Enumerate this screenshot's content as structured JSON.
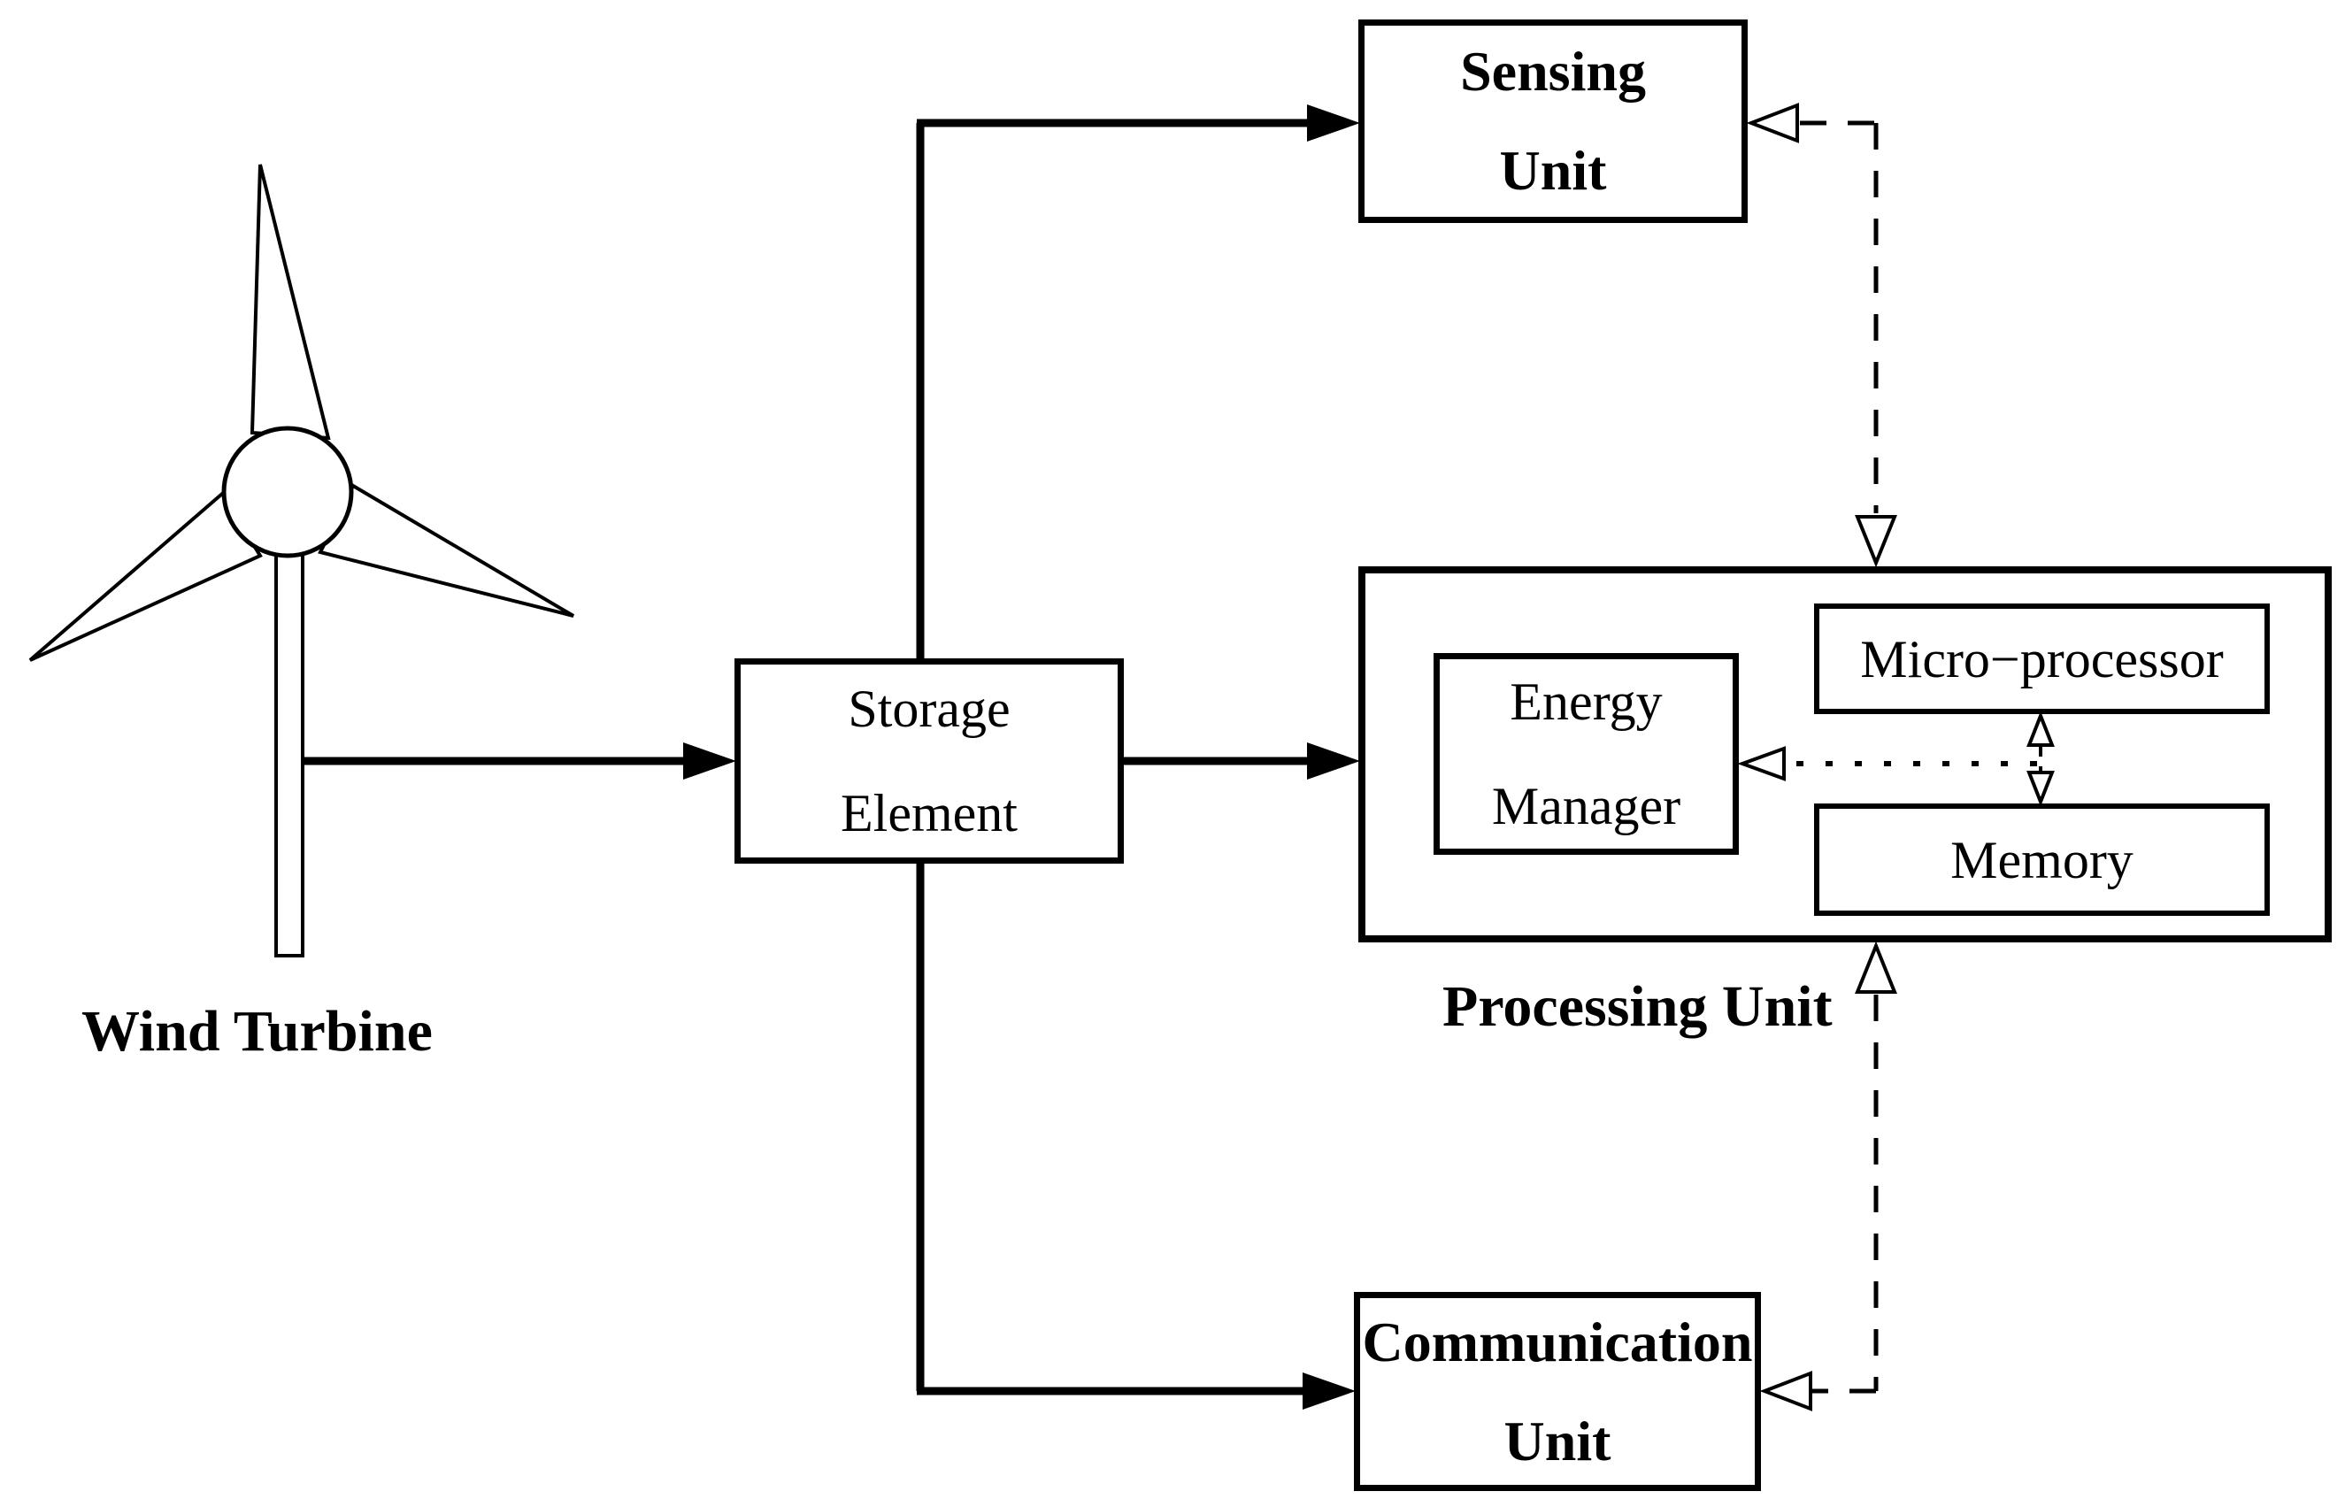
{
  "colors": {
    "ink": "#000000",
    "background": "#ffffff"
  },
  "diagram": {
    "wind_turbine": {
      "label": "Wind Turbine"
    },
    "storage_element": {
      "line1": "Storage",
      "line2": "Element"
    },
    "sensing_unit": {
      "line1": "Sensing",
      "line2": "Unit"
    },
    "processing_unit": {
      "label": "Processing Unit",
      "energy_manager": {
        "line1": "Energy",
        "line2": "Manager"
      },
      "micro_processor": {
        "label": "Micro−processor"
      },
      "memory": {
        "label": "Memory"
      }
    },
    "communication_unit": {
      "line1": "Communication",
      "line2": "Unit"
    }
  }
}
